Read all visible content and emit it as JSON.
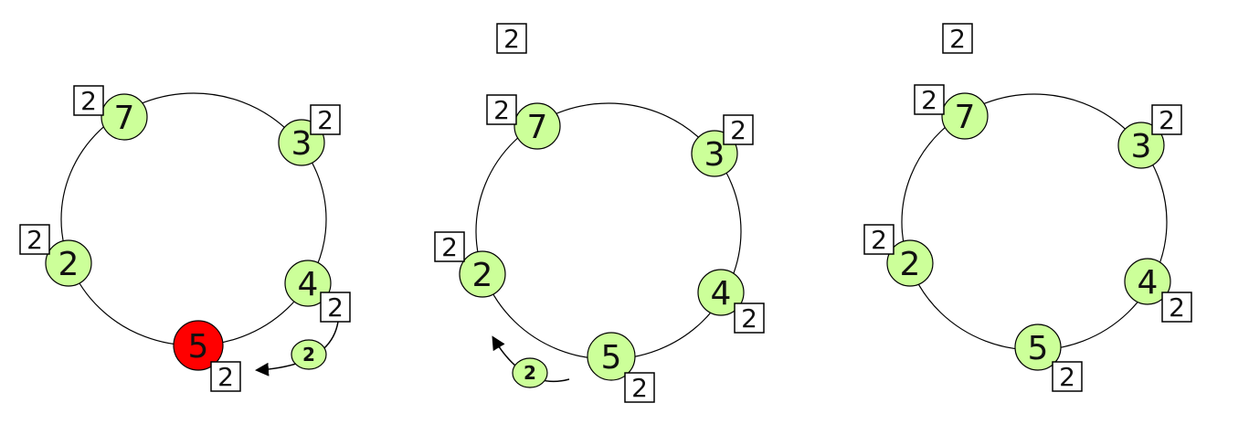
{
  "colors": {
    "node_fill": "#ccff99",
    "failed_node_fill": "#ff0000",
    "stroke": "#000000",
    "box_fill": "#ffffff"
  },
  "panels": [
    {
      "id": "panel-1",
      "nodes": [
        {
          "label": "7",
          "value": "2"
        },
        {
          "label": "3",
          "value": "2"
        },
        {
          "label": "2",
          "value": "2"
        },
        {
          "label": "4",
          "value": "2"
        },
        {
          "label": "5",
          "value": "2",
          "failed": true
        }
      ],
      "message": {
        "label": "2"
      }
    },
    {
      "id": "panel-2",
      "top_value": "2",
      "nodes": [
        {
          "label": "7",
          "value": "2"
        },
        {
          "label": "3",
          "value": "2"
        },
        {
          "label": "2",
          "value": "2"
        },
        {
          "label": "4",
          "value": "2"
        },
        {
          "label": "5",
          "value": "2"
        }
      ],
      "message": {
        "label": "2"
      }
    },
    {
      "id": "panel-3",
      "top_value": "2",
      "nodes": [
        {
          "label": "7",
          "value": "2"
        },
        {
          "label": "3",
          "value": "2"
        },
        {
          "label": "2",
          "value": "2"
        },
        {
          "label": "4",
          "value": "2"
        },
        {
          "label": "5",
          "value": "2"
        }
      ]
    }
  ]
}
